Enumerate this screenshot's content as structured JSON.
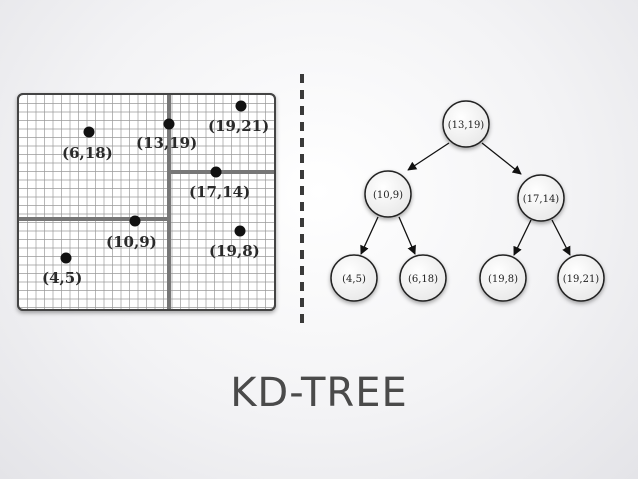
{
  "caption": "KD-TREE",
  "grid_points": [
    {
      "label": "(6,18)"
    },
    {
      "label": "(13,19)"
    },
    {
      "label": "(19,21)"
    },
    {
      "label": "(17,14)"
    },
    {
      "label": "(10,9)"
    },
    {
      "label": "(19,8)"
    },
    {
      "label": "(4,5)"
    }
  ],
  "tree_nodes": [
    {
      "label": "(13,19)"
    },
    {
      "label": "(10,9)"
    },
    {
      "label": "(17,14)"
    },
    {
      "label": "(4,5)"
    },
    {
      "label": "(6,18)"
    },
    {
      "label": "(19,8)"
    },
    {
      "label": "(19,21)"
    }
  ]
}
